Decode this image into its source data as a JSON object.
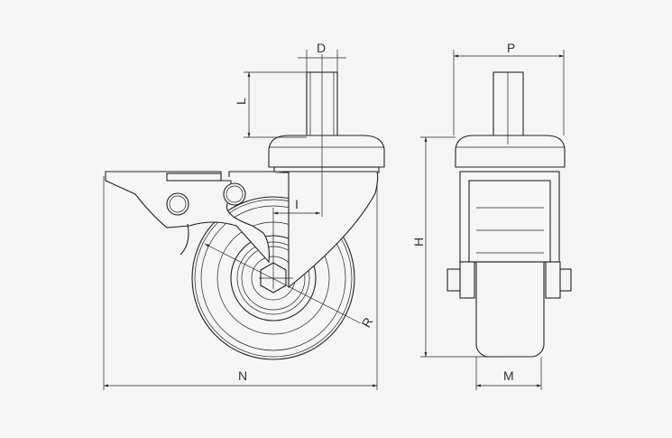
{
  "dimensions": {
    "D": "D",
    "L": "L",
    "I": "I",
    "R": "R",
    "N": "N",
    "P": "P",
    "H": "H",
    "M": "M"
  }
}
